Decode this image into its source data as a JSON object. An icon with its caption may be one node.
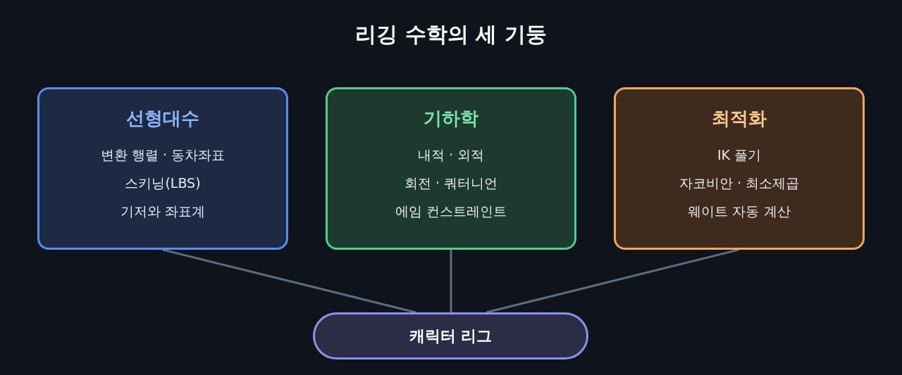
{
  "diagram": {
    "title": "리깅 수학의 세 기둥",
    "nodes": [
      {
        "text": [
          "선형대수",
          "변환 행렬 · 동차좌표",
          "스키닝(LBS)",
          "기저와 좌표계"
        ]
      },
      {
        "text": [
          "기하학",
          "내적 · 외적",
          "회전 · 쿼터니언",
          "에임 컨스트레인트"
        ]
      },
      {
        "text": [
          "최적화",
          "IK 풀기",
          "자코비안 · 최소제곱",
          "웨이트 자동 계산"
        ]
      },
      {
        "text": [
          "캐릭터 리그"
        ]
      }
    ],
    "edges": [
      {
        "from": 0,
        "to": 3,
        "arrow": "none"
      },
      {
        "from": 1,
        "to": 3,
        "arrow": "none"
      },
      {
        "from": 2,
        "to": 3,
        "arrow": "none"
      }
    ]
  }
}
